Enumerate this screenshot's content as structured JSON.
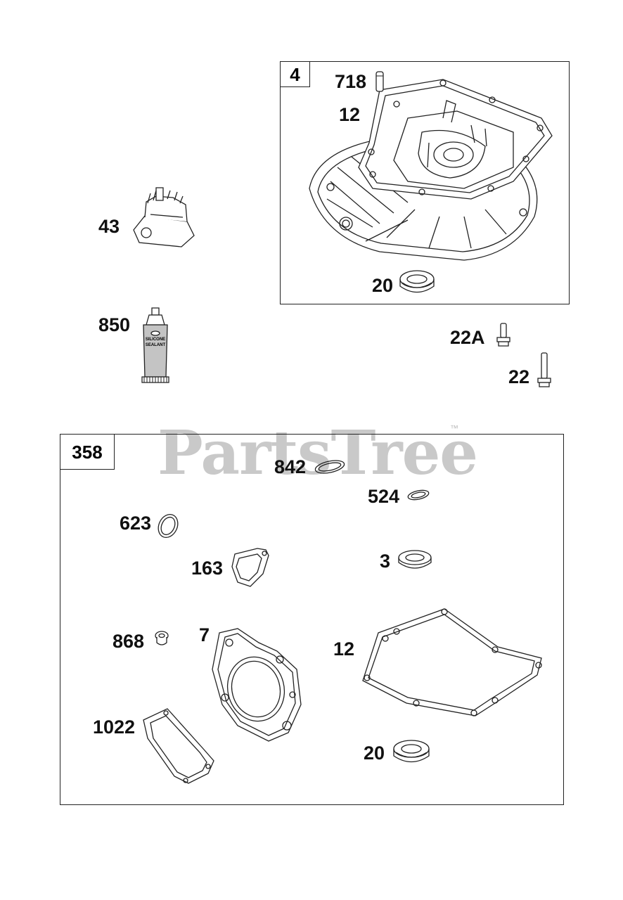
{
  "watermark": {
    "text": "PartsTree",
    "tm": "™"
  },
  "box_top": {
    "tag": "4"
  },
  "box_bottom": {
    "tag": "358"
  },
  "labels": {
    "l718": "718",
    "l12_top": "12",
    "l43": "43",
    "l20_top": "20",
    "l850": "850",
    "l22A": "22A",
    "l22": "22",
    "l842": "842",
    "l524": "524",
    "l623": "623",
    "l163": "163",
    "l3": "3",
    "l868": "868",
    "l7": "7",
    "l12_bottom": "12",
    "l1022": "1022",
    "l20_bottom": "20"
  },
  "tube": {
    "line1": "SILICONE",
    "line2": "SEALANT"
  }
}
